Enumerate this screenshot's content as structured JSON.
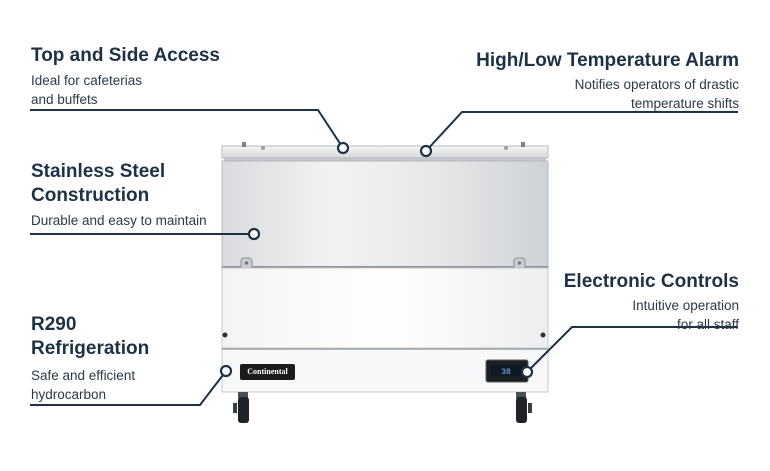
{
  "features": [
    {
      "id": "top-side-access",
      "title_lines": [
        "Top and Side Access"
      ],
      "desc_lines": [
        "Ideal for cafeterias",
        "and buffets"
      ]
    },
    {
      "id": "temp-alarm",
      "title_lines": [
        "High/Low Temperature Alarm"
      ],
      "desc_lines": [
        "Notifies operators of drastic",
        "temperature shifts"
      ]
    },
    {
      "id": "stainless",
      "title_lines": [
        "Stainless Steel",
        "Construction"
      ],
      "desc_lines": [
        "Durable and easy to maintain"
      ]
    },
    {
      "id": "electronic",
      "title_lines": [
        "Electronic Controls"
      ],
      "desc_lines": [
        "Intuitive operation",
        "for all staff"
      ]
    },
    {
      "id": "r290",
      "title_lines": [
        "R290",
        "Refrigeration"
      ],
      "desc_lines": [
        "Safe and efficient",
        "hydrocarbon"
      ]
    }
  ],
  "product": {
    "brand_badge": "Continental",
    "display_reading": "38"
  },
  "colors": {
    "heading": "#1d3244",
    "callout_line": "#1d3244",
    "steel_light": "#eef0f2",
    "steel_dark": "#c9ccd0"
  }
}
